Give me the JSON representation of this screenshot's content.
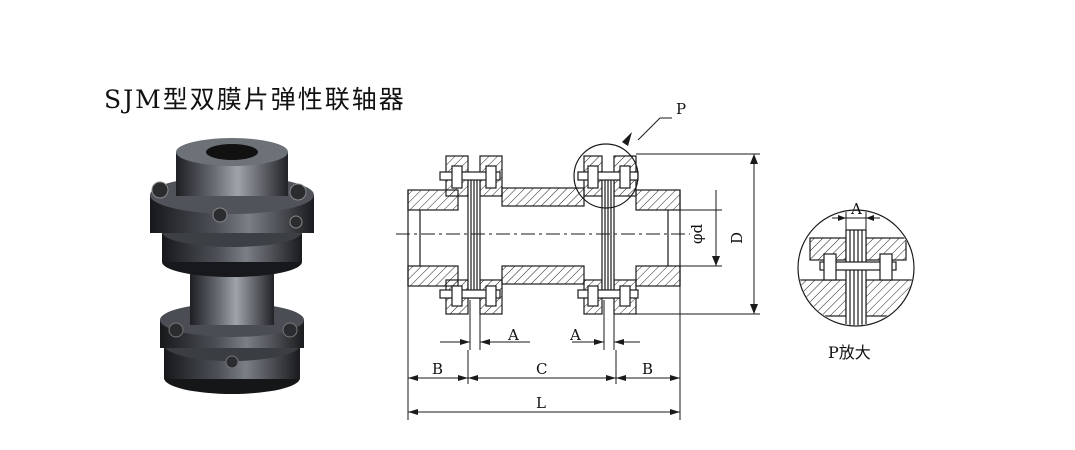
{
  "title": "SJM型双膜片弹性联轴器",
  "labels": {
    "P": "P",
    "phi_d": "φd",
    "D": "D",
    "A": "A",
    "B": "B",
    "C": "C",
    "L": "L"
  },
  "detail_caption": "P放大",
  "colors": {
    "line": "#1a1a1a",
    "metal_dark": "#2b2d31",
    "metal_mid": "#55585e",
    "metal_light": "#9a9ea5"
  }
}
